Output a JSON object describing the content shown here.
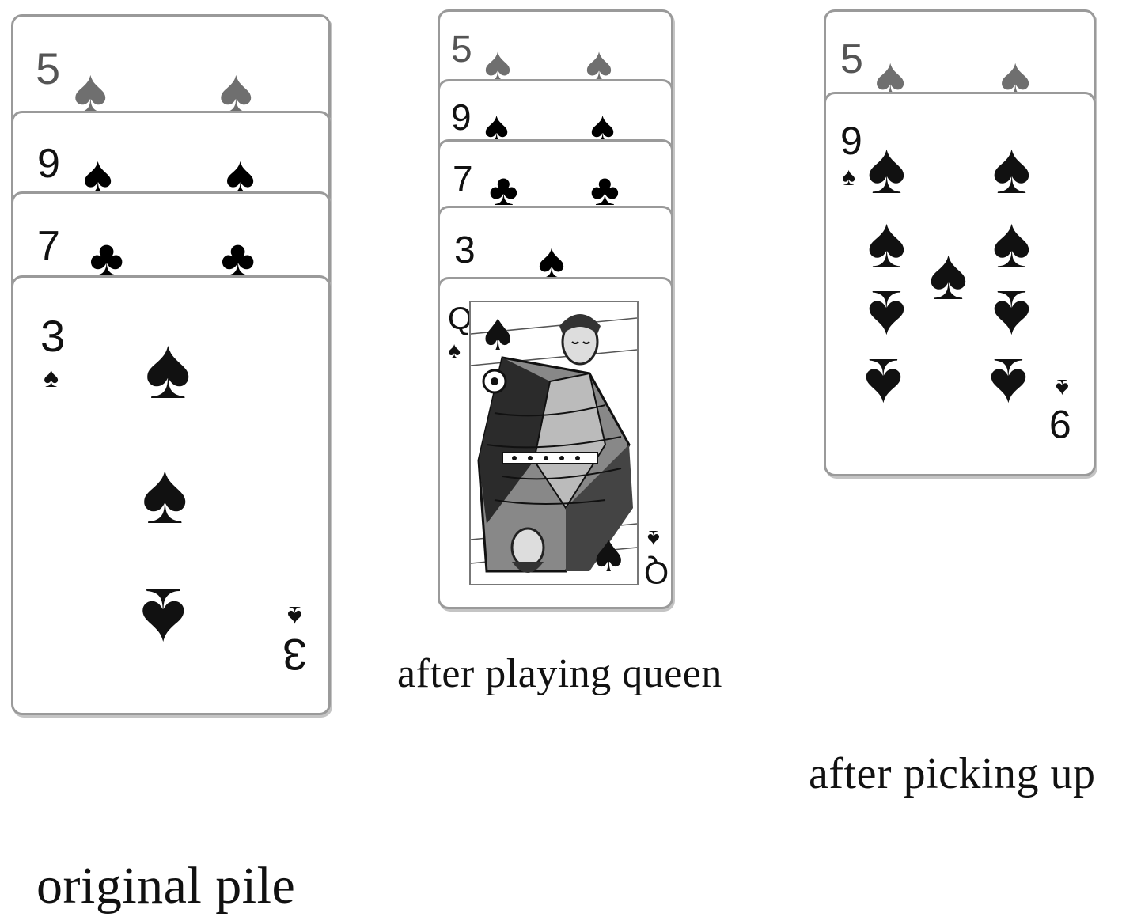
{
  "piles": {
    "original": {
      "caption": "original pile",
      "cards": [
        {
          "rank": "5",
          "suit": "spade",
          "color": "#6f6f6f"
        },
        {
          "rank": "9",
          "suit": "spade",
          "color": "#111111"
        },
        {
          "rank": "7",
          "suit": "club",
          "color": "#111111"
        },
        {
          "rank": "3",
          "suit": "spade",
          "color": "#111111"
        }
      ]
    },
    "after_queen": {
      "caption": "after playing queen",
      "cards": [
        {
          "rank": "5",
          "suit": "spade",
          "color": "#6f6f6f"
        },
        {
          "rank": "9",
          "suit": "spade",
          "color": "#111111"
        },
        {
          "rank": "7",
          "suit": "club",
          "color": "#111111"
        },
        {
          "rank": "3",
          "suit": "spade",
          "color": "#111111"
        },
        {
          "rank": "Q",
          "suit": "spade",
          "color": "#111111"
        }
      ]
    },
    "after_pickup": {
      "caption": "after picking up",
      "cards": [
        {
          "rank": "5",
          "suit": "spade",
          "color": "#6f6f6f"
        },
        {
          "rank": "9",
          "suit": "spade",
          "color": "#111111"
        }
      ]
    }
  },
  "suit_glyphs": {
    "spade": "♠",
    "club": "♣"
  }
}
